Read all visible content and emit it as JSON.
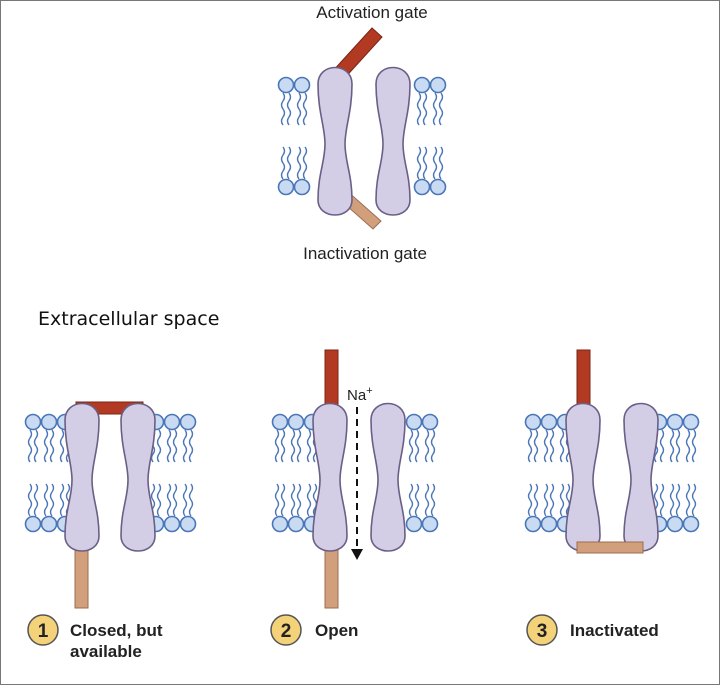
{
  "top": {
    "activation_label": "Activation gate",
    "inactivation_label": "Inactivation gate"
  },
  "extracellular_label": "Extracellular space",
  "states": [
    {
      "number": "1",
      "line1": "Closed, but",
      "line2": "available"
    },
    {
      "number": "2",
      "line1": "Open",
      "line2": ""
    },
    {
      "number": "3",
      "line1": "Inactivated",
      "line2": ""
    }
  ],
  "ion_label": "Na",
  "ion_charge": "+",
  "colors": {
    "protein_fill": "#d4cde6",
    "protein_stroke": "#6a5f86",
    "activation_gate": "#b23a22",
    "inactivation_gate": "#d19f7c",
    "lipid_head": "#c9dbf2",
    "lipid_stroke": "#4a76b6",
    "badge_fill": "#f3d27a",
    "badge_stroke": "#555555"
  }
}
